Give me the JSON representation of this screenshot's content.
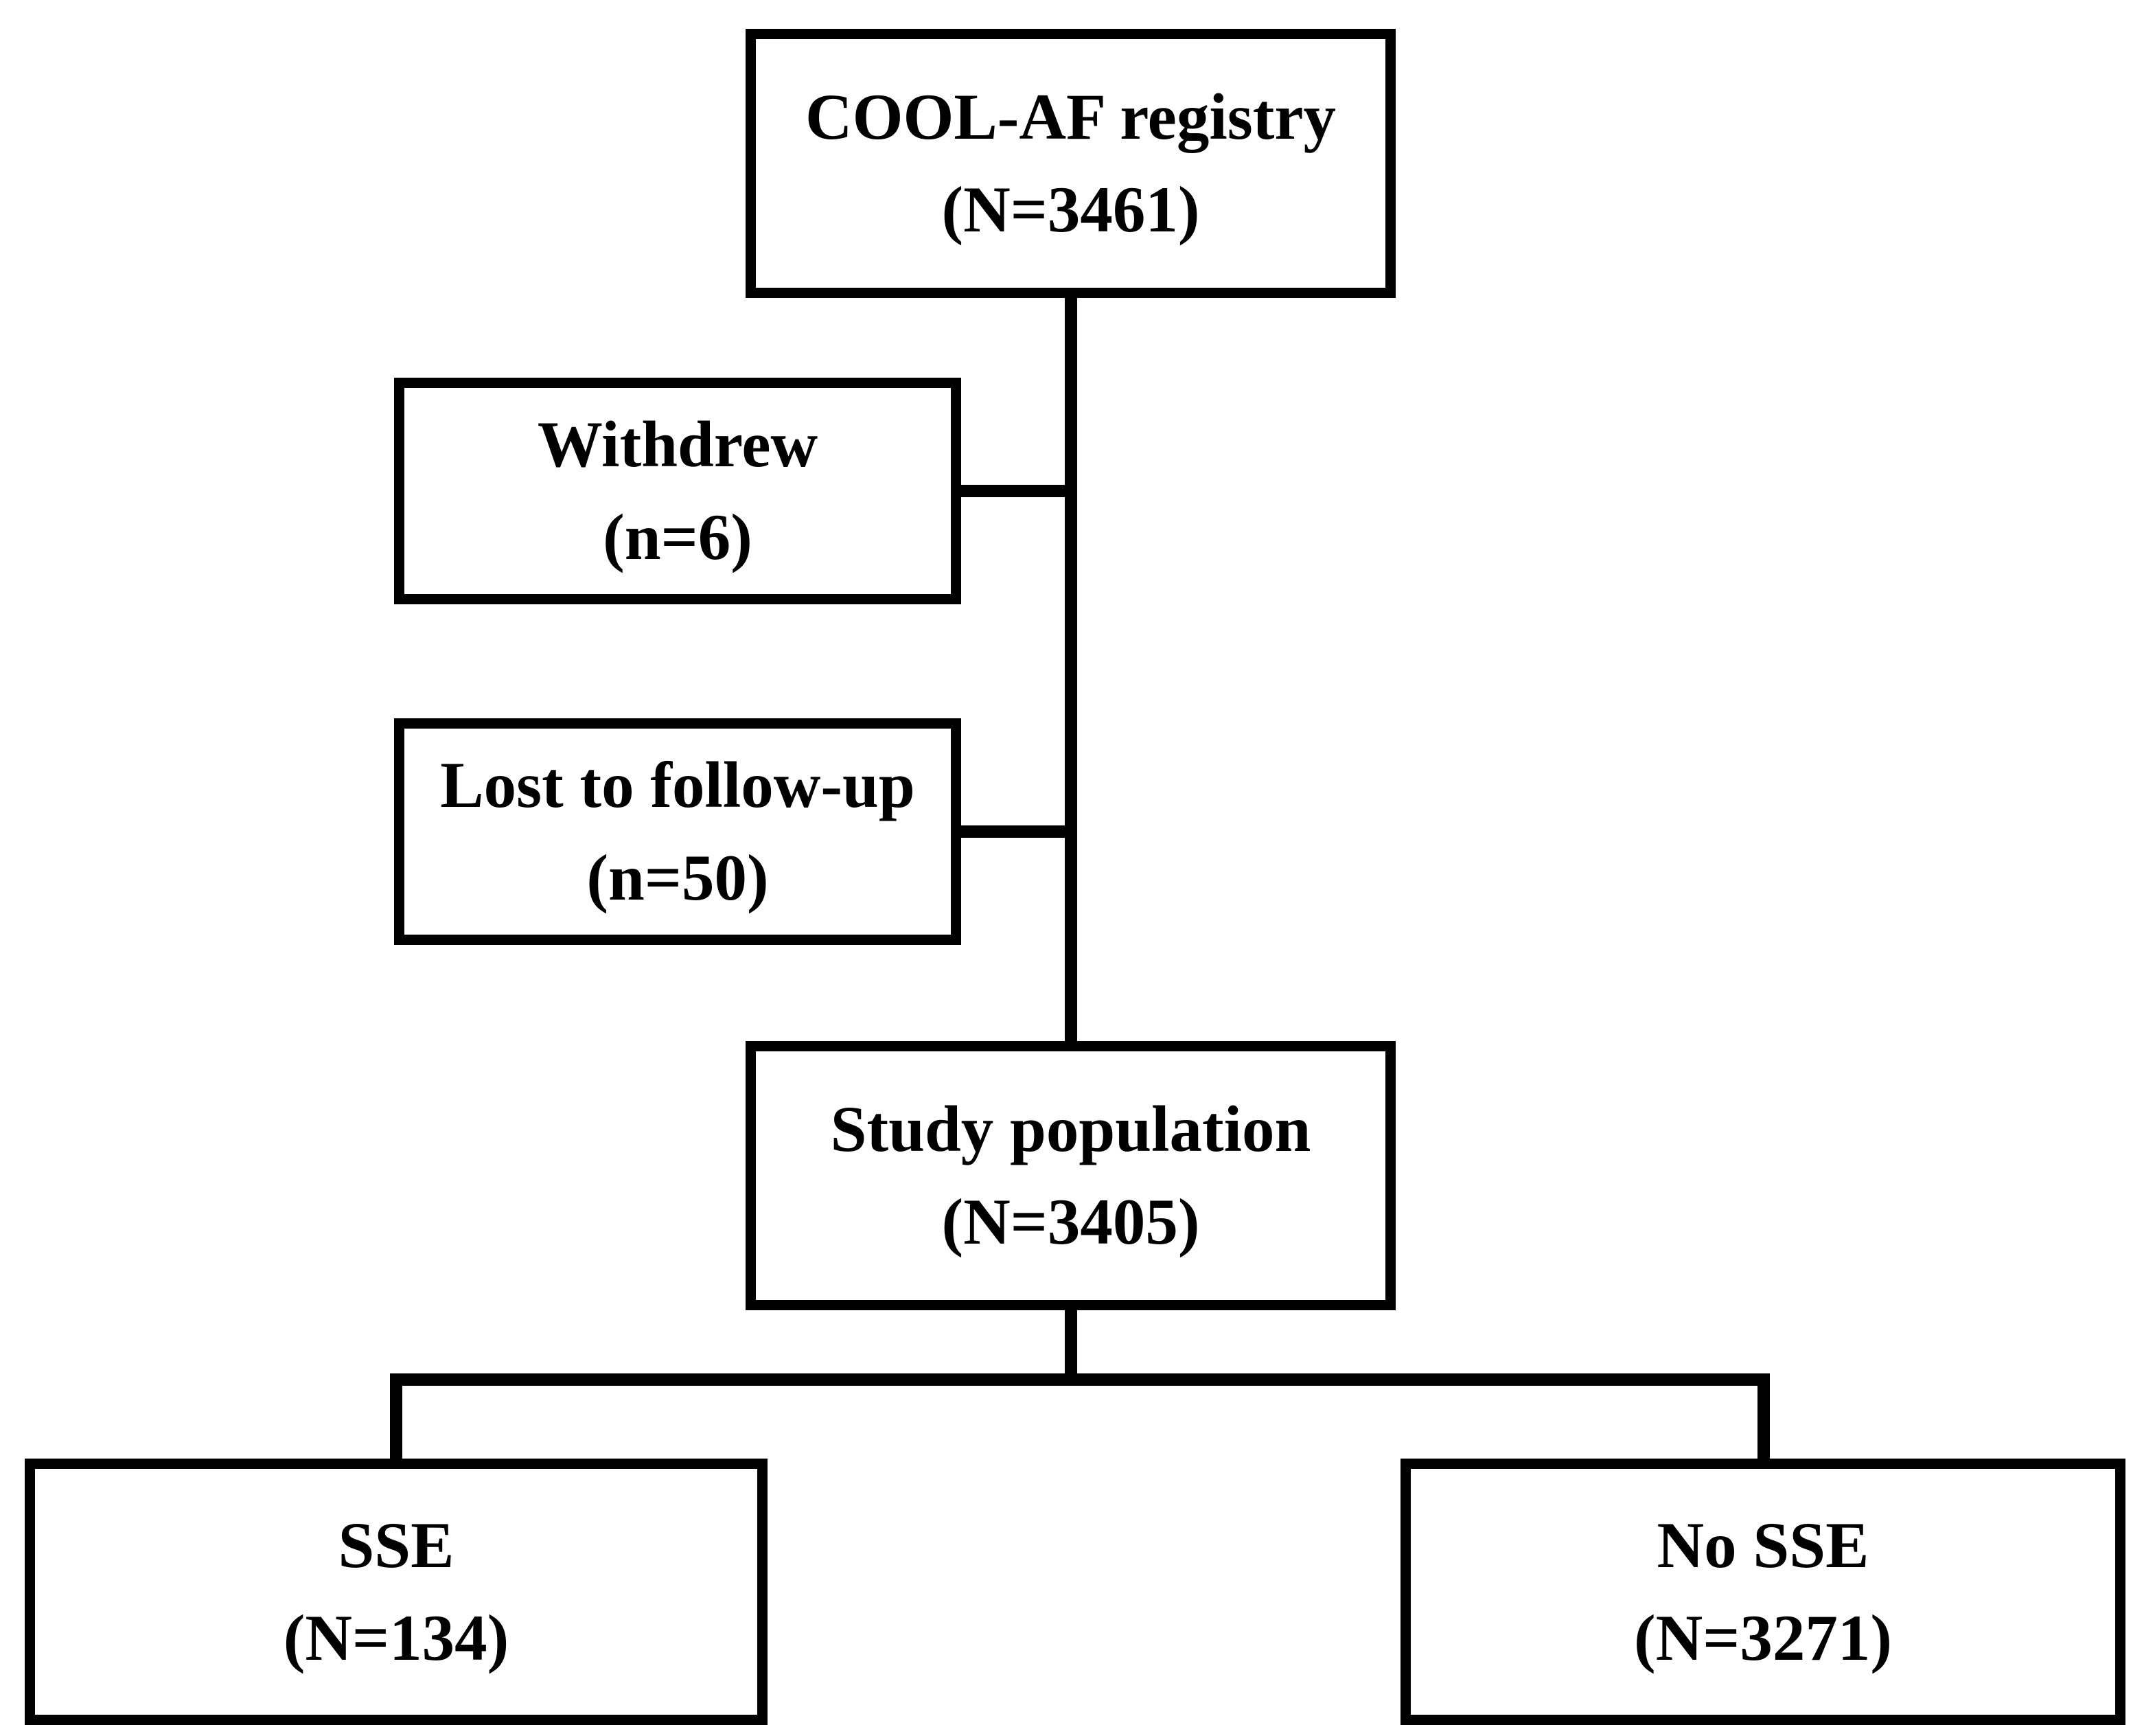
{
  "nodes": {
    "registry": {
      "line1": "COOL-AF registry",
      "line2": "(N=3461)"
    },
    "withdrew": {
      "line1": "Withdrew",
      "line2": "(n=6)"
    },
    "lost_to_followup": {
      "line1": "Lost to follow-up",
      "line2": "(n=50)"
    },
    "study_population": {
      "line1": "Study population",
      "line2": "(N=3405)"
    },
    "sse": {
      "line1": "SSE",
      "line2": "(N=134)"
    },
    "no_sse": {
      "line1": "No SSE",
      "line2": "(N=3271)"
    }
  },
  "colors": {
    "background": "#ffffff",
    "box_fill": "#ffffff",
    "box_border": "#000000",
    "connector_line": "#000000",
    "text": "#000000"
  }
}
